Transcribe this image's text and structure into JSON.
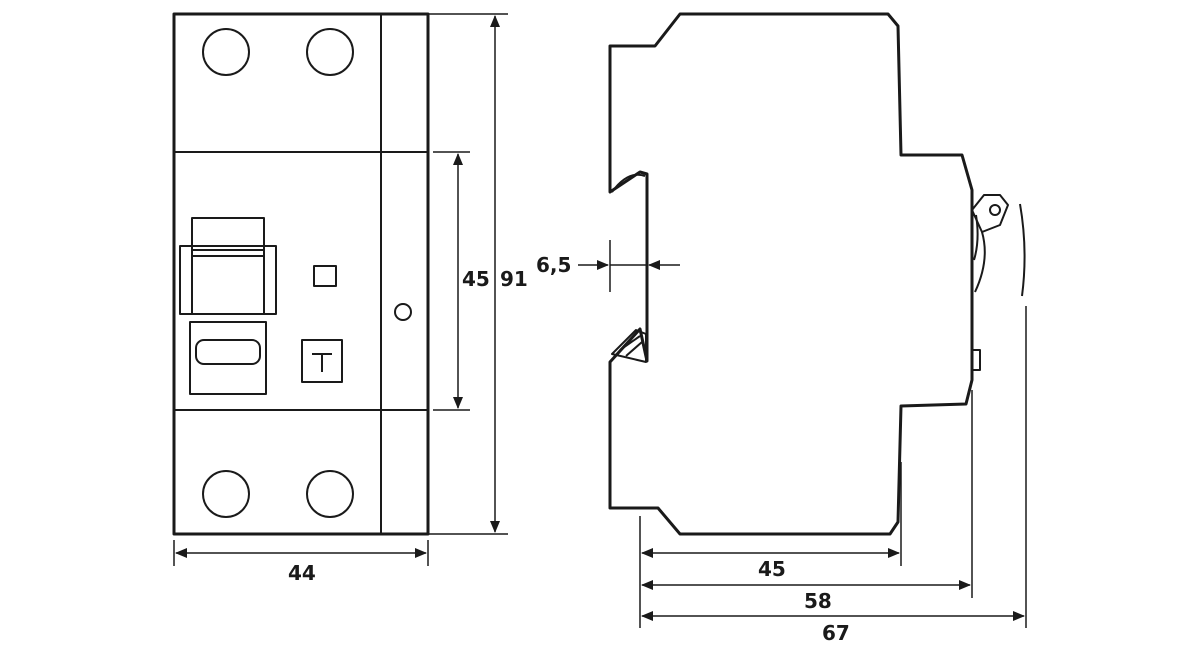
{
  "dimensions": {
    "front_width": "44",
    "front_height_total": "91",
    "front_height_middle": "45",
    "rail_offset": "6,5",
    "side_depth_body": "45",
    "side_depth_front": "58",
    "side_depth_total": "67"
  }
}
